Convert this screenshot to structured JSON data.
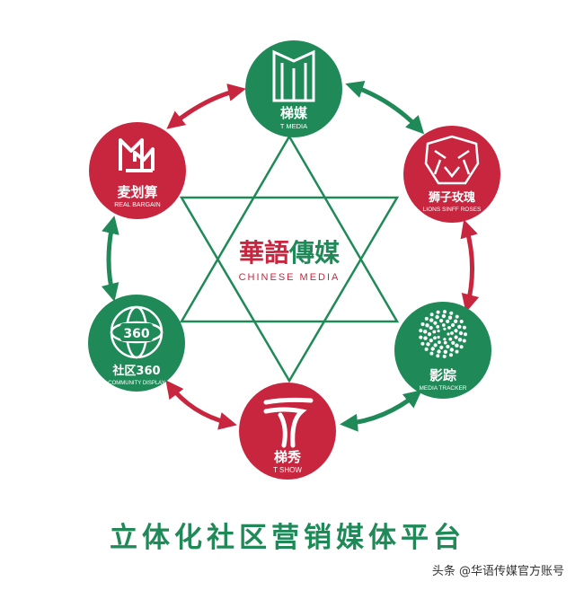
{
  "colors": {
    "green": "#1f8a58",
    "red": "#c8263f",
    "white": "#ffffff"
  },
  "center": {
    "title_part1": "華語",
    "title_part2": "傳媒",
    "subtitle": "CHINESE MEDIA"
  },
  "nodes": {
    "t_media": {
      "title": "梯媒",
      "subtitle": "T MEDIA",
      "color": "#1f8a58",
      "icon": "building-icon"
    },
    "lions": {
      "title": "狮子玫瑰",
      "subtitle": "LIONS SINFF ROSES",
      "color": "#c8263f",
      "icon": "lion-icon"
    },
    "media_tracker": {
      "title": "影踪",
      "subtitle": "MEDIA TRACKER",
      "color": "#1f8a58",
      "icon": "spiral-dots-icon"
    },
    "t_show": {
      "title": "梯秀",
      "subtitle": "T SHOW",
      "color": "#c8263f",
      "icon": "t-letter-icon"
    },
    "community": {
      "title": "社区360",
      "subtitle": "COMMUNITY DISPLAY",
      "color": "#1f8a58",
      "icon": "globe-360-icon",
      "badge": "360"
    },
    "bargain": {
      "title": "麦划算",
      "subtitle": "REAL BARGAIN",
      "color": "#c8263f",
      "icon": "mm-monogram-icon"
    }
  },
  "tagline": "立体化社区营销媒体平台",
  "footer": "头条 @华语传媒官方账号"
}
